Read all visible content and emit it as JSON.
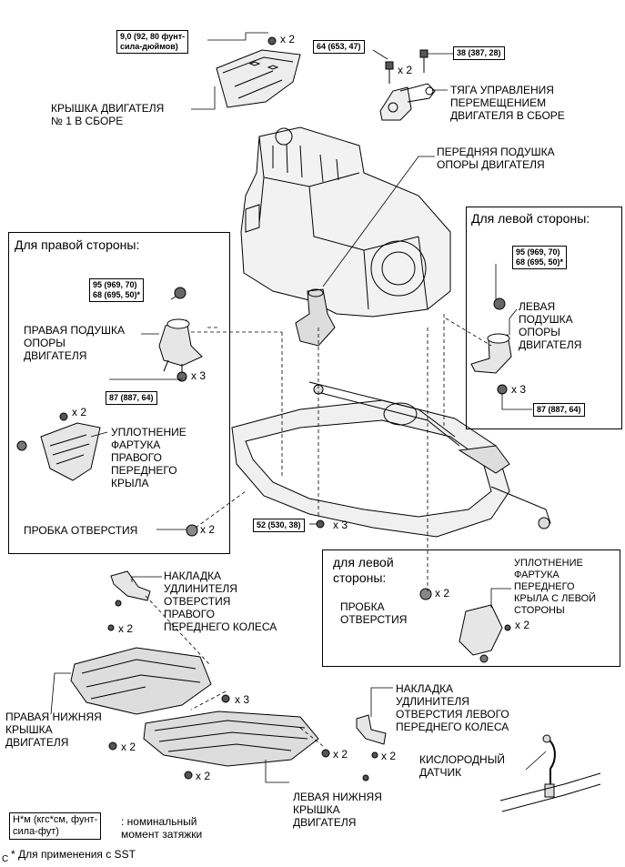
{
  "torque": {
    "cover_nut": "9,0 (92, 80 фунт-\nсила-дюймов)",
    "rod_bracket": "64 (653, 47)",
    "rod_bolt": "38 (387, 28)",
    "rh_nut": "95 (969, 70)\n68 (695, 50)*",
    "rh_bolt": "87 (887, 64)",
    "lh_nut": "95 (969, 70)\n68 (695, 50)*",
    "lh_bolt": "87 (887, 64)",
    "frame_bolt": "52 (530, 38)"
  },
  "quantities": {
    "x2": "x 2",
    "x3": "x 3"
  },
  "labels": {
    "engine_cover": "КРЫШКА ДВИГАТЕЛЯ\n№ 1 В СБОРЕ",
    "control_rod": "ТЯГА УПРАВЛЕНИЯ\nПЕРЕМЕЩЕНИЕМ\nДВИГАТЕЛЯ В СБОРЕ",
    "front_mount": "ПЕРЕДНЯЯ ПОДУШКА\nОПОРЫ ДВИГАТЕЛЯ",
    "rh_mount": "ПРАВАЯ ПОДУШКА\nОПОРЫ\nДВИГАТЕЛЯ",
    "rh_seal": "УПЛОТНЕНИЕ\nФАРТУКА\nПРАВОГО\nПЕРЕДНЕГО\nКРЫЛА",
    "rh_plug": "ПРОБКА ОТВЕРСТИЯ",
    "lh_mount": "ЛЕВАЯ\nПОДУШКА\nОПОРЫ\nДВИГАТЕЛЯ",
    "lh_plug": "ПРОБКА\nОТВЕРСТИЯ",
    "lh_seal": "УПЛОТНЕНИЕ\nФАРТУКА\nПЕРЕДНЕГО\nКРЫЛА С ЛЕВОЙ\nСТОРОНЫ",
    "rh_wheel_cover": "НАКЛАДКА\nУДЛИНИТЕЛЯ\nОТВЕРСТИЯ\nПРАВОГО\nПЕРЕДНЕГО КОЛЕСА",
    "rh_under_cover": "ПРАВАЯ НИЖНЯЯ\nКРЫШКА\nДВИГАТЕЛЯ",
    "lh_under_cover": "ЛЕВАЯ НИЖНЯЯ\nКРЫШКА\nДВИГАТЕЛЯ",
    "lh_wheel_cover": "НАКЛАДКА\nУДЛИНИТЕЛЯ\nОТВЕРСТИЯ ЛЕВОГО\nПЕРЕДНЕГО КОЛЕСА",
    "o2_sensor": "КИСЛОРОДНЫЙ\nДАТЧИК"
  },
  "sections": {
    "right_side": "Для правой стороны:",
    "left_side_upper": "Для левой стороны:",
    "left_side_lower": "для левой\nстороны:"
  },
  "legend": {
    "unit_box": "Н*м (кгс*см, фунт-\nсила-фут)",
    "unit_desc": ": номинальный\nмомент затяжки",
    "footnote": "* Для применения с SST",
    "corner_mark": "C"
  }
}
